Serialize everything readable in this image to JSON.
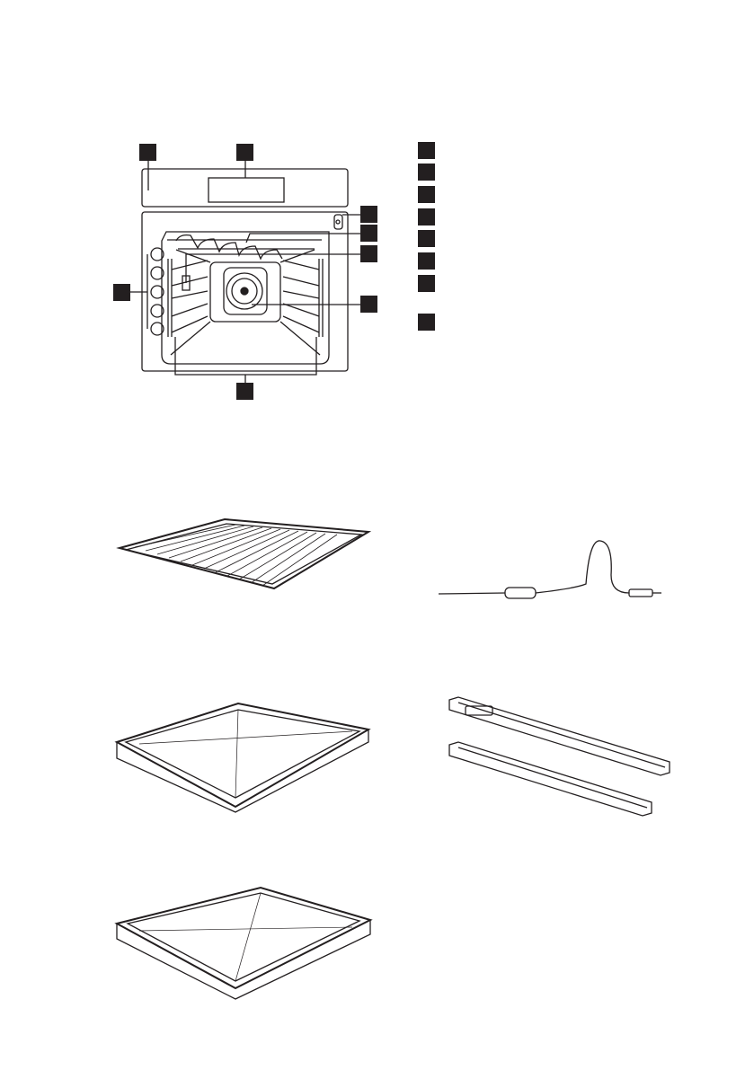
{
  "colors": {
    "ink": "#231f20",
    "background": "#ffffff"
  },
  "oven_diagram": {
    "callout_markers": 8,
    "shelf_positions": 5
  },
  "legend": {
    "markers": 8
  },
  "accessories": [
    {
      "icon": "wire-shelf-icon"
    },
    {
      "icon": "core-temperature-sensor-icon"
    },
    {
      "icon": "baking-tray-icon"
    },
    {
      "icon": "telescopic-runners-icon"
    },
    {
      "icon": "deep-pan-icon"
    }
  ]
}
